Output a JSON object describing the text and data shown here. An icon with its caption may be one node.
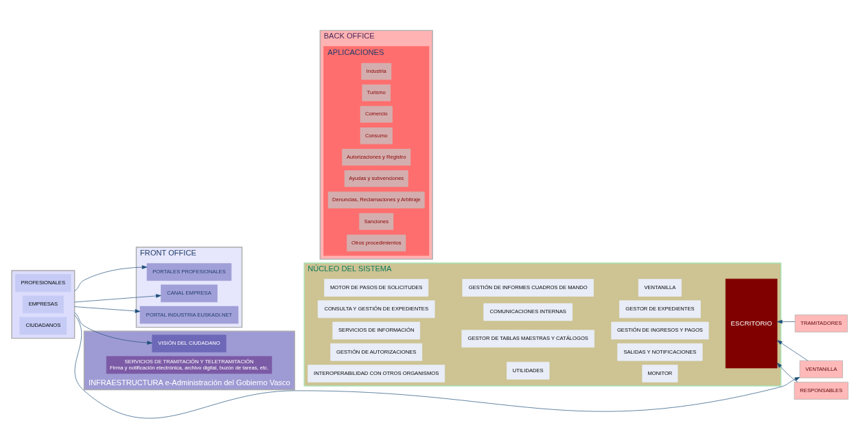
{
  "diagram": {
    "nodes": [
      {
        "text": [],
        "shape": "box"
      },
      {
        "text": [
          "PROFESIONALES"
        ],
        "in": 0
      },
      {
        "text": [
          "EMPRESAS"
        ],
        "in": 0
      },
      {
        "text": [
          "CIUDADANOS"
        ],
        "in": 0
      },
      {
        "text": [
          "FRONT OFFICE"
        ]
      },
      {
        "text": [
          "PORTALES PROFESIONALES"
        ],
        "in": 4
      },
      {
        "text": [
          "CANAL EMPRESA"
        ],
        "in": 4
      },
      {
        "text": [
          "PORTAL INDUSTRIA EUSKADI.NET"
        ],
        "in": 4
      },
      {
        "text": [
          "BACK OFFICE"
        ]
      },
      {
        "text": [
          "APLICACIONES"
        ],
        "in": 8
      },
      {
        "text": [
          "Industria"
        ],
        "in": 9
      },
      {
        "text": [
          "Turismo"
        ],
        "in": 9
      },
      {
        "text": [
          "Comercio"
        ],
        "in": 9
      },
      {
        "text": [
          "Consumo"
        ],
        "in": 9
      },
      {
        "text": [
          "Autorizaciones y Registro"
        ],
        "in": 9
      },
      {
        "text": [
          "Ayudas y subvenciones"
        ],
        "in": 9
      },
      {
        "text": [
          "Denuncias, Reclamaciones y Arbitraje"
        ],
        "in": 9
      },
      {
        "text": [
          "Sanciones"
        ],
        "in": 9
      },
      {
        "text": [
          "Otros procedimientos"
        ],
        "in": 9
      },
      {
        "text": [
          "NÚCLEO DEL SISTEMA"
        ]
      },
      {
        "text": [
          "MOTOR DE PASOS DE SOLICITUDES"
        ],
        "in": 19
      },
      {
        "text": [
          "CONSULTA Y GESTIÓN DE EXPEDIENTES"
        ],
        "in": 19
      },
      {
        "text": [
          "SERVICIOS DE INFORMACIÓN"
        ],
        "in": 19
      },
      {
        "text": [
          "GESTIÓN DE AUTORIZACIONES"
        ],
        "in": 19
      },
      {
        "text": [
          "INTEROPERABILIDAD CON OTROS ORGANISMOS"
        ],
        "in": 19
      },
      {
        "text": [
          "GESTIÓN DE INFORMES CUADROS DE MANDO"
        ],
        "in": 19
      },
      {
        "text": [
          "COMUNICACIONES INTERNAS"
        ],
        "in": 19
      },
      {
        "text": [
          "GESTOR DE TABLAS MAESTRAS Y CATÁLOGOS"
        ],
        "in": 19
      },
      {
        "text": [
          "UTILIDADES"
        ],
        "in": 19
      },
      {
        "text": [
          "VENTANILLA"
        ],
        "in": 19
      },
      {
        "text": [
          "GESTOR DE EXPEDIENTES"
        ],
        "in": 19
      },
      {
        "text": [
          "GESTIÓN DE INGRESOS Y PAGOS"
        ],
        "in": 19
      },
      {
        "text": [
          "SALIDAS Y NOTIFICACIONES"
        ],
        "in": 19
      },
      {
        "text": [
          "MONITOR"
        ],
        "in": 19
      },
      {
        "text": [
          "ESCRITORIO"
        ],
        "in": 19
      },
      {
        "text": [
          "INFRAESTRUCTURA e-Administración del Gobierno Vasco"
        ]
      },
      {
        "text": [
          "VISIÓN DEL CIUDADANO"
        ],
        "in": 35
      },
      {
        "text": [
          "SERVICIOS DE TRAMITACIÓN Y TELETRAMITACIÓN",
          "Firma y notificación electrónica, archivo digital, buzón de tareas, etc."
        ],
        "in": 35
      },
      {
        "text": [
          "VENTANILLA"
        ]
      },
      {
        "text": [
          "TRAMITADORES"
        ]
      },
      {
        "text": [
          "RESPONSABLES"
        ]
      }
    ],
    "edges": [
      {
        "from": 0,
        "to": 5,
        "arrow": "to"
      },
      {
        "from": 0,
        "to": 6,
        "arrow": "to"
      },
      {
        "from": 0,
        "to": 7,
        "arrow": "to"
      },
      {
        "from": 0,
        "to": 36,
        "arrow": "to"
      },
      {
        "from": 0,
        "to": 38,
        "arrow": "to"
      },
      {
        "from": 38,
        "to": 34,
        "arrow": "to"
      },
      {
        "from": 39,
        "to": 34,
        "arrow": "to"
      },
      {
        "from": 40,
        "to": 34,
        "arrow": "to"
      }
    ]
  }
}
